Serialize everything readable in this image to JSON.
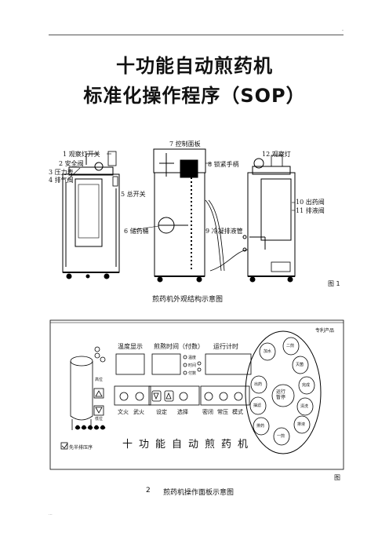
{
  "doc": {
    "title_line1": "十功能自动煎药机",
    "title_line2": "标准化操作程序（SOP）",
    "top_mark": "-",
    "bottom_mark": "..."
  },
  "figure1": {
    "labels": {
      "l1": "1 观察灯开关",
      "l2": "2 安全阀",
      "l3": "3 压力表",
      "l4": "4 排气阀",
      "l5": "5 总开关",
      "l6": "6 储药桶",
      "l7": "7 控制面板",
      "l8": "8 锁紧手柄",
      "l9": "9 冷凝排液管",
      "l10": "10 出药阀",
      "l11": "11 排液阀",
      "l12": "12 观察灯"
    },
    "fig_no": "图 1",
    "caption": "煎药机外观结构示意图"
  },
  "figure2": {
    "corner_tag": "专利产品",
    "section_temp": "温度显示",
    "section_time": "煎熬时间（付数）",
    "section_run": "运行计时",
    "mode_labels": [
      "温度",
      "时间",
      "付数"
    ],
    "btn_fire_small": "文火",
    "btn_fire_big": "武火",
    "btn_set": "设定",
    "btn_select": "选择",
    "btn_sealed": "密闭",
    "btn_normal": "常压",
    "btn_mode": "模式",
    "level_high": "高位",
    "level_low": "低位",
    "bottle_note": "先半排压序",
    "machine_name": "十功能自动煎药机",
    "ring_buttons": [
      "二煎",
      "灭菌",
      "完成",
      "清洗",
      "排液",
      "一煎",
      "排药",
      "抽滤",
      "出药",
      "加水"
    ],
    "center_button": "运行\n暂停",
    "fig_no_prefix": "2",
    "caption": "煎药机操作面板示意图",
    "fig_no_suffix": "图"
  }
}
